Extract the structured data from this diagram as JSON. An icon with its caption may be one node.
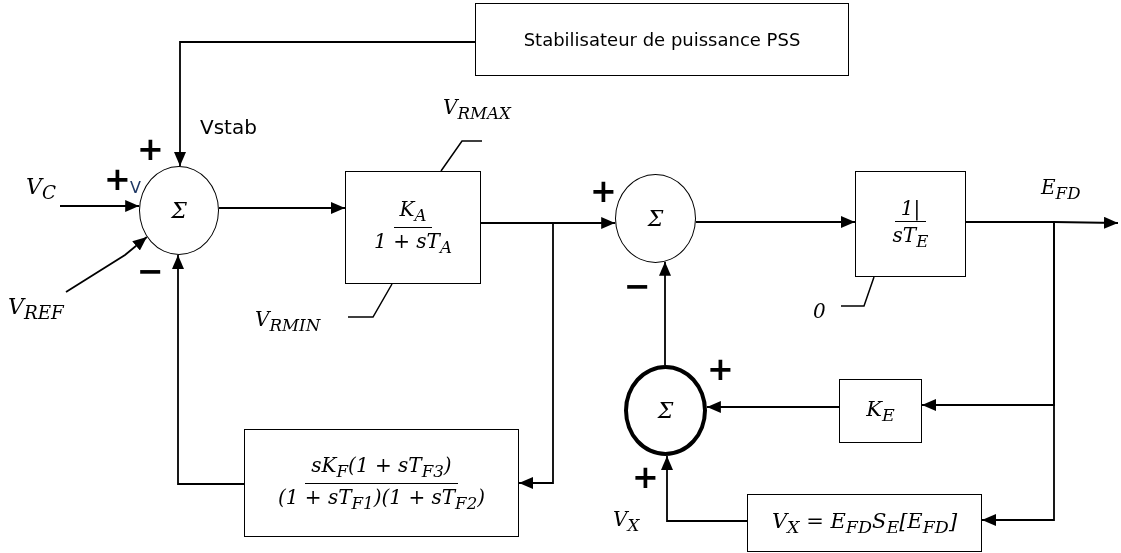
{
  "diagram": {
    "nodes": [
      {
        "text": [
          "Stabilisateur de puissance PSS"
        ]
      },
      {
        "text": [
          "Σ"
        ]
      },
      {
        "text": [
          "K$_{A}$",
          "1 + sT$_{A}$"
        ],
        "beside": [
          "V$_{RMIN}$"
        ]
      },
      {
        "text": [
          "Σ"
        ]
      },
      {
        "text": [
          "1|",
          "sT$_{E}$"
        ],
        "beside": [
          "0"
        ]
      },
      {
        "text": [
          "Σ"
        ]
      },
      {
        "text": [
          "K$_{E}$"
        ]
      },
      {
        "text": [
          "V$_{X}$ = E$_{FD}$S$_{E}$[E$_{FD}$]"
        ]
      },
      {
        "text": [
          "sK$_{F}$(1 + sT$_{F3}$)",
          "(1 + sT$_{F1}$)(1 + sT$_{F2}$)"
        ]
      },
      {
        "text": [
          "V$_{C}$"
        ]
      },
      {
        "text": [
          "V$_{REF}$"
        ]
      }
    ],
    "edges": [
      {
        "from": 0,
        "to": 1,
        "arrow": "to",
        "label": "Vstab"
      },
      {
        "from": 9,
        "to": 1,
        "arrow": "to"
      },
      {
        "from": 10,
        "to": 1,
        "arrow": "to"
      },
      {
        "from": 1,
        "to": 2,
        "arrow": "to"
      },
      {
        "from": 2,
        "to": 3,
        "arrow": "to"
      },
      {
        "from": 2,
        "to": 8,
        "arrow": "to"
      },
      {
        "from": 8,
        "to": 1,
        "arrow": "to"
      },
      {
        "from": 3,
        "to": 4,
        "arrow": "to"
      },
      {
        "from": 4,
        "to": null,
        "arrow": "to",
        "label": "E$_{FD}$"
      },
      {
        "from": 4,
        "to": 6,
        "arrow": "to"
      },
      {
        "from": 4,
        "to": 7,
        "arrow": "to"
      },
      {
        "from": 6,
        "to": 5,
        "arrow": "to"
      },
      {
        "from": 7,
        "to": 5,
        "arrow": "to",
        "label": "V$_{X}$"
      },
      {
        "from": 5,
        "to": 3,
        "arrow": "to"
      }
    ],
    "labels": [
      "+",
      "+",
      "V",
      "V$_{RMAX}$",
      "−",
      "+",
      "−",
      "+",
      "+"
    ]
  }
}
